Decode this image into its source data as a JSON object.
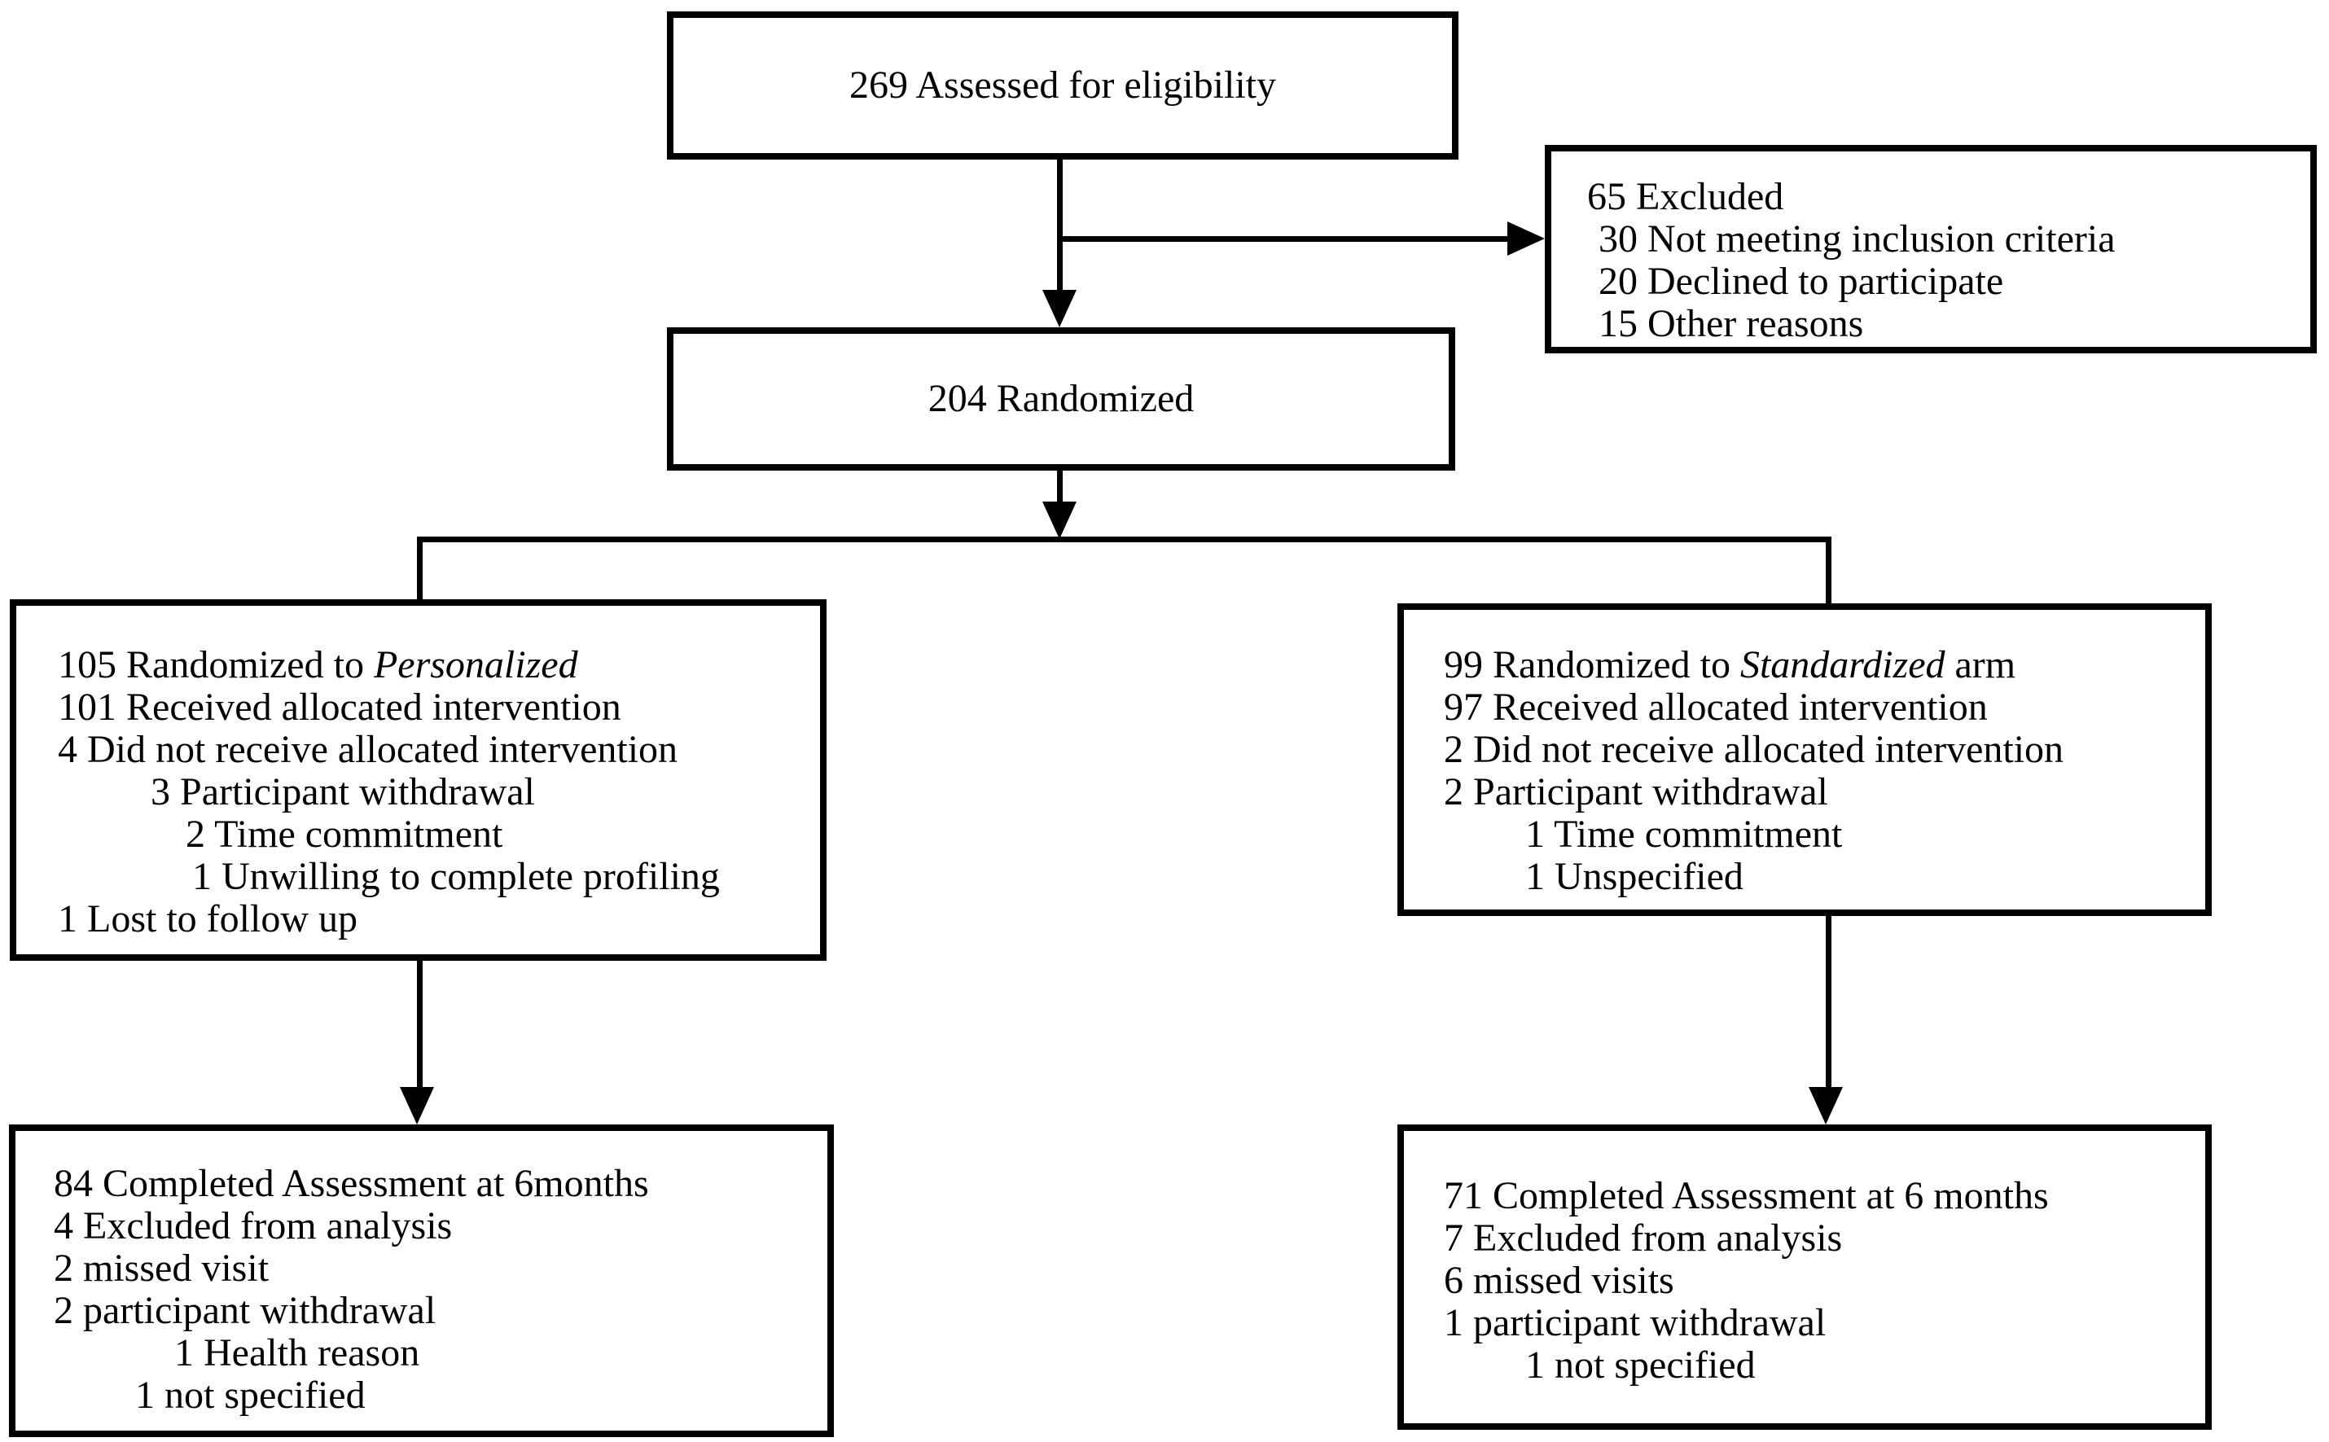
{
  "diagram": {
    "title": "CONSORT participant flow diagram",
    "colors": {
      "line": "#000000",
      "background": "#ffffff",
      "text": "#000000"
    },
    "boxes": {
      "eligibility": {
        "align": "center",
        "lines": [
          {
            "indent": 0,
            "segments": [
              {
                "t": "269 Assessed for eligibility"
              }
            ]
          }
        ]
      },
      "excluded": {
        "align": "left",
        "lines": [
          {
            "indent": 0,
            "segments": [
              {
                "t": "65 Excluded"
              }
            ]
          },
          {
            "indent": 14,
            "segments": [
              {
                "t": "30 Not meeting inclusion criteria"
              }
            ]
          },
          {
            "indent": 14,
            "segments": [
              {
                "t": "20 Declined to participate"
              }
            ]
          },
          {
            "indent": 14,
            "segments": [
              {
                "t": "15 Other reasons"
              }
            ]
          }
        ]
      },
      "randomized": {
        "align": "center",
        "lines": [
          {
            "indent": 0,
            "segments": [
              {
                "t": "204 Randomized"
              }
            ]
          }
        ]
      },
      "alloc_personalized": {
        "align": "left",
        "lines": [
          {
            "indent": 0,
            "segments": [
              {
                "t": "105 Randomized to "
              },
              {
                "t": "Personalized",
                "italic": true
              }
            ]
          },
          {
            "indent": 0,
            "segments": [
              {
                "t": "101 Received allocated intervention"
              }
            ]
          },
          {
            "indent": 0,
            "segments": [
              {
                "t": "4 Did not receive allocated intervention"
              }
            ]
          },
          {
            "indent": 114,
            "segments": [
              {
                "t": "3 Participant withdrawal"
              }
            ]
          },
          {
            "indent": 157,
            "segments": [
              {
                "t": "2 Time commitment"
              }
            ]
          },
          {
            "indent": 165,
            "segments": [
              {
                "t": "1 Unwilling to complete profiling"
              }
            ]
          },
          {
            "indent": 0,
            "segments": [
              {
                "t": "1 Lost to follow up"
              }
            ]
          }
        ]
      },
      "alloc_standardized": {
        "align": "left",
        "lines": [
          {
            "indent": 0,
            "segments": [
              {
                "t": "99 Randomized to "
              },
              {
                "t": "Standardized",
                "italic": true
              },
              {
                "t": " arm"
              }
            ]
          },
          {
            "indent": 0,
            "segments": [
              {
                "t": "97 Received allocated intervention"
              }
            ]
          },
          {
            "indent": 0,
            "segments": [
              {
                "t": "2 Did not receive allocated intervention"
              }
            ]
          },
          {
            "indent": 0,
            "segments": [
              {
                "t": "2 Participant withdrawal"
              }
            ]
          },
          {
            "indent": 100,
            "segments": [
              {
                "t": "1 Time commitment"
              }
            ]
          },
          {
            "indent": 100,
            "segments": [
              {
                "t": "1 Unspecified"
              }
            ]
          }
        ]
      },
      "outcome_personalized": {
        "align": "left",
        "lines": [
          {
            "indent": 0,
            "segments": [
              {
                "t": "84 Completed Assessment at 6months"
              }
            ]
          },
          {
            "indent": 0,
            "segments": [
              {
                "t": "4 Excluded from analysis"
              }
            ]
          },
          {
            "indent": 0,
            "segments": [
              {
                "t": "2 missed visit"
              }
            ]
          },
          {
            "indent": 0,
            "segments": [
              {
                "t": "2 participant withdrawal"
              }
            ]
          },
          {
            "indent": 148,
            "segments": [
              {
                "t": "1 Health reason"
              }
            ]
          },
          {
            "indent": 100,
            "segments": [
              {
                "t": "1 not specified"
              }
            ]
          }
        ]
      },
      "outcome_standardized": {
        "align": "left",
        "lines": [
          {
            "indent": 0,
            "segments": [
              {
                "t": "71 Completed Assessment at 6 months"
              }
            ]
          },
          {
            "indent": 0,
            "segments": [
              {
                "t": "7 Excluded from analysis"
              }
            ]
          },
          {
            "indent": 0,
            "segments": [
              {
                "t": "6 missed visits"
              }
            ]
          },
          {
            "indent": 0,
            "segments": [
              {
                "t": "1 participant withdrawal"
              }
            ]
          },
          {
            "indent": 100,
            "segments": [
              {
                "t": "1 not specified"
              }
            ]
          }
        ]
      }
    }
  }
}
